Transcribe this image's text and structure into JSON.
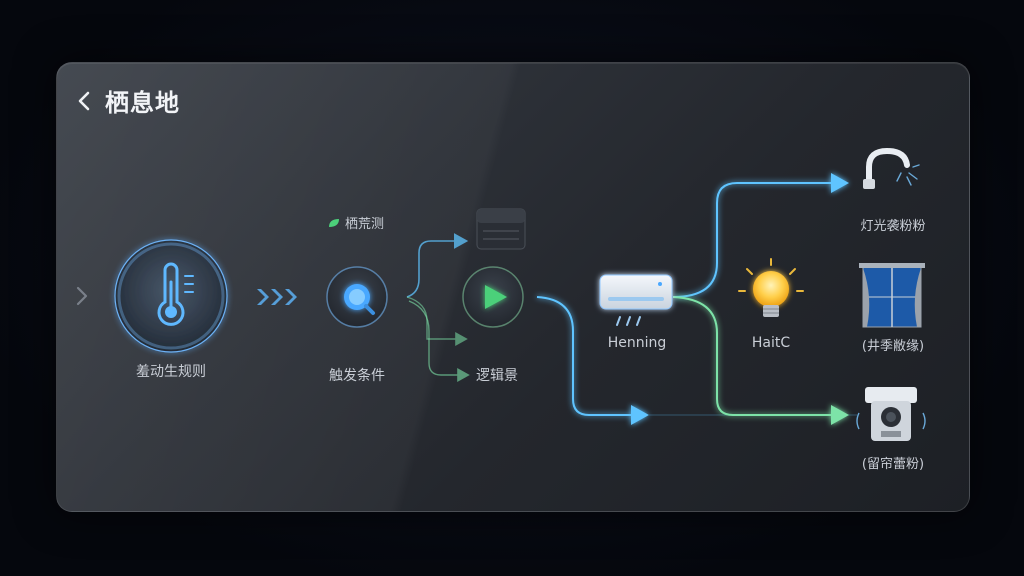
{
  "header": {
    "title": "栖息地",
    "back_icon": "chevron-left-icon"
  },
  "nav": {
    "side_icon": "chevron-right-icon"
  },
  "nodes": {
    "source": {
      "label": "羞动生规则",
      "icon": "thermometer-icon"
    },
    "trigger": {
      "label": "触发条件",
      "icon": "search-icon",
      "tag": "栖荒测"
    },
    "logic": {
      "label": "逻辑景",
      "icon": "play-icon"
    },
    "ac": {
      "label": "Henning",
      "icon": "air-conditioner-icon"
    },
    "light": {
      "label": "HaitC",
      "icon": "light-bulb-icon"
    },
    "lamp": {
      "label": "灯光袭粉粉",
      "icon": "desk-lamp-icon"
    },
    "curtain": {
      "label": "(井季敝缘)",
      "icon": "curtain-icon"
    },
    "speaker": {
      "label": "(留帘蕾粉)",
      "icon": "speaker-icon"
    },
    "device": {
      "icon": "router-box-icon"
    }
  },
  "colors": {
    "accent_blue": "#4aa8ff",
    "flow_cyan": "#5fd3ff",
    "flow_green": "#7de3a8",
    "bulb_yellow": "#ffc83d",
    "play_green": "#4cd07a"
  }
}
